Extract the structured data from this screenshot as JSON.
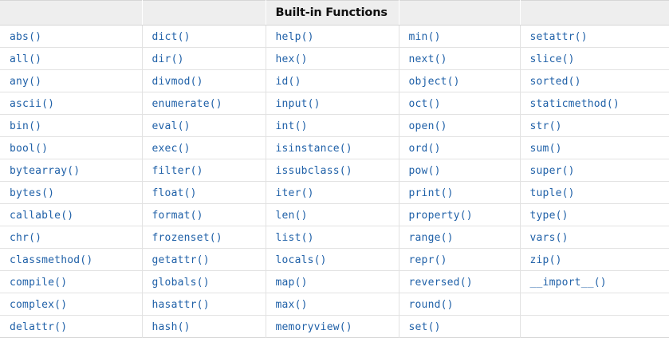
{
  "table": {
    "title": "Built-in Functions",
    "title_column_index": 2,
    "accent_link_color": "#2061a8",
    "header_background": "#eeeeee",
    "column_count": 5,
    "row_count": 14,
    "headers": [
      "",
      "",
      "Built-in Functions",
      "",
      ""
    ],
    "rows": [
      [
        "abs()",
        "dict()",
        "help()",
        "min()",
        "setattr()"
      ],
      [
        "all()",
        "dir()",
        "hex()",
        "next()",
        "slice()"
      ],
      [
        "any()",
        "divmod()",
        "id()",
        "object()",
        "sorted()"
      ],
      [
        "ascii()",
        "enumerate()",
        "input()",
        "oct()",
        "staticmethod()"
      ],
      [
        "bin()",
        "eval()",
        "int()",
        "open()",
        "str()"
      ],
      [
        "bool()",
        "exec()",
        "isinstance()",
        "ord()",
        "sum()"
      ],
      [
        "bytearray()",
        "filter()",
        "issubclass()",
        "pow()",
        "super()"
      ],
      [
        "bytes()",
        "float()",
        "iter()",
        "print()",
        "tuple()"
      ],
      [
        "callable()",
        "format()",
        "len()",
        "property()",
        "type()"
      ],
      [
        "chr()",
        "frozenset()",
        "list()",
        "range()",
        "vars()"
      ],
      [
        "classmethod()",
        "getattr()",
        "locals()",
        "repr()",
        "zip()"
      ],
      [
        "compile()",
        "globals()",
        "map()",
        "reversed()",
        "__import__()"
      ],
      [
        "complex()",
        "hasattr()",
        "max()",
        "round()",
        ""
      ],
      [
        "delattr()",
        "hash()",
        "memoryview()",
        "set()",
        ""
      ]
    ]
  }
}
